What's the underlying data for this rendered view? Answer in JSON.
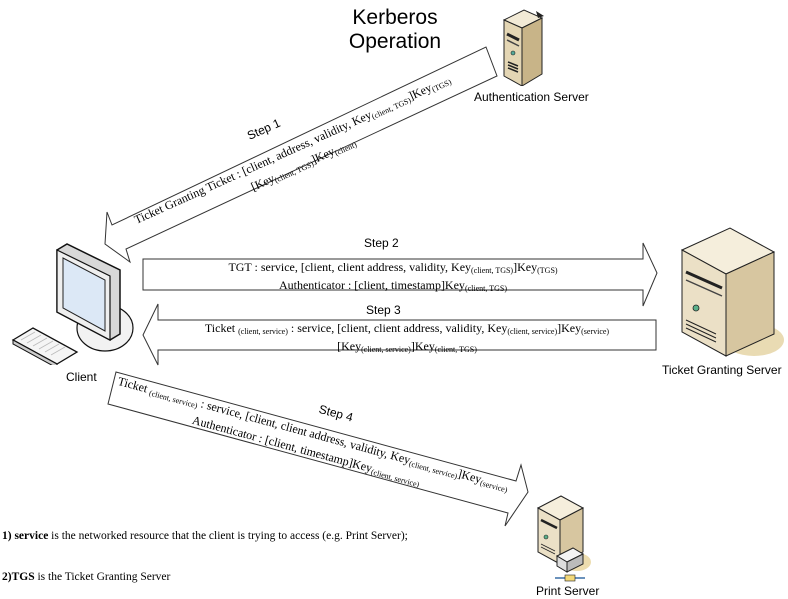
{
  "title": {
    "line1": "Kerberos",
    "line2": "Operation"
  },
  "nodes": {
    "auth_server": {
      "label": "Authentication Server",
      "icon": "server-tower-icon"
    },
    "client": {
      "label": "Client",
      "icon": "desktop-computer-icon"
    },
    "tgs": {
      "label": "Ticket Granting Server",
      "icon": "server-tower-icon"
    },
    "print_server": {
      "label": "Print Server",
      "icon": "print-server-icon"
    }
  },
  "steps": [
    {
      "label": "Step 1",
      "direction": "Authentication Server → Client",
      "line1": {
        "prefix": "Ticket Granting Ticket : [client, address, validity, Key",
        "sub1": "(client, TGS)",
        "mid": "]Key",
        "sub2": "(TGS)"
      },
      "line2": {
        "prefix": "[Key",
        "sub1": "(client, TGS)",
        "mid": "]Key",
        "sub2": "(client)"
      }
    },
    {
      "label": "Step 2",
      "direction": "Client → Ticket Granting Server",
      "line1": {
        "prefix": "TGT : service, [client, client address, validity, Key",
        "sub1": "(client, TGS)",
        "mid": "]Key",
        "sub2": "(TGS)"
      },
      "line2": {
        "prefix": "Authenticator : [client, timestamp]Key",
        "sub1": "(client, TGS)"
      }
    },
    {
      "label": "Step 3",
      "direction": "Ticket Granting Server → Client",
      "line1": {
        "prefix": "Ticket ",
        "sub0": "(client, service)",
        "body": " : service, [client, client address, validity, Key",
        "sub1": "(client, service)",
        "mid": "]Key",
        "sub2": "(service)"
      },
      "line2": {
        "prefix": "[Key",
        "sub1": "(client, service)",
        "mid": "]Key",
        "sub2": "(client, TGS)"
      }
    },
    {
      "label": "Step 4",
      "direction": "Client → Print Server",
      "line1": {
        "prefix": "Ticket ",
        "sub0": "(client, service)",
        "body": " : service, [client, client address, validity, Key",
        "sub1": "(client, service)",
        "mid": "]Key",
        "sub2": "(service)"
      },
      "line2": {
        "prefix": "Authenticator : [client, timestamp]Key",
        "sub1": "(client, service)"
      }
    }
  ],
  "notes": [
    {
      "bold": "1) service",
      "text": " is the networked resource that the client is trying to access  (e.g. Print Server);"
    },
    {
      "bold": "2)TGS",
      "text": " is the Ticket Granting Server"
    }
  ],
  "colors": {
    "server_body": "#e8dcc0",
    "server_side": "#c9b78e",
    "server_shadow": "#e6d6a8",
    "monitor_screen": "#dfe9f5",
    "outline": "#222222"
  }
}
